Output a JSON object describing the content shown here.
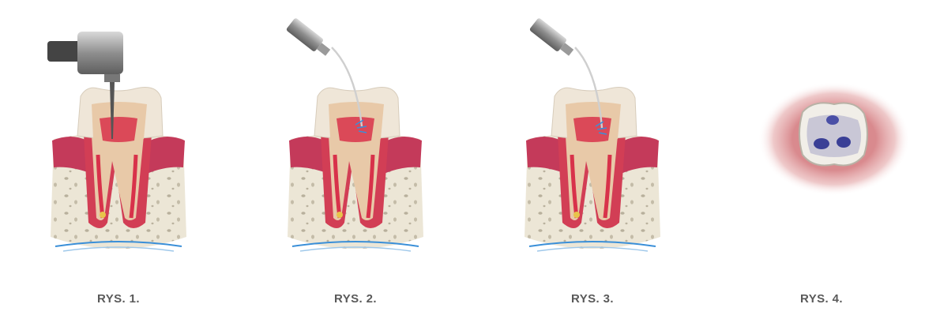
{
  "figures": [
    {
      "caption": "RYS. 1.",
      "illustration": "tooth-drill-icon"
    },
    {
      "caption": "RYS. 2.",
      "illustration": "tooth-syringe-icon"
    },
    {
      "caption": "RYS. 3.",
      "illustration": "tooth-syringe-icon"
    },
    {
      "caption": "RYS. 4.",
      "illustration": "tooth-top-view-icon"
    }
  ],
  "colors": {
    "bone": "#ece6d6",
    "gum": "#c43a5a",
    "enamel": "#efe6d8",
    "pulp": "#d8324a",
    "dentin": "#e8c9a8",
    "metal": "#a9a9a9",
    "canal_blue": "#3a8fd8",
    "caption": "#5a5a5a"
  }
}
